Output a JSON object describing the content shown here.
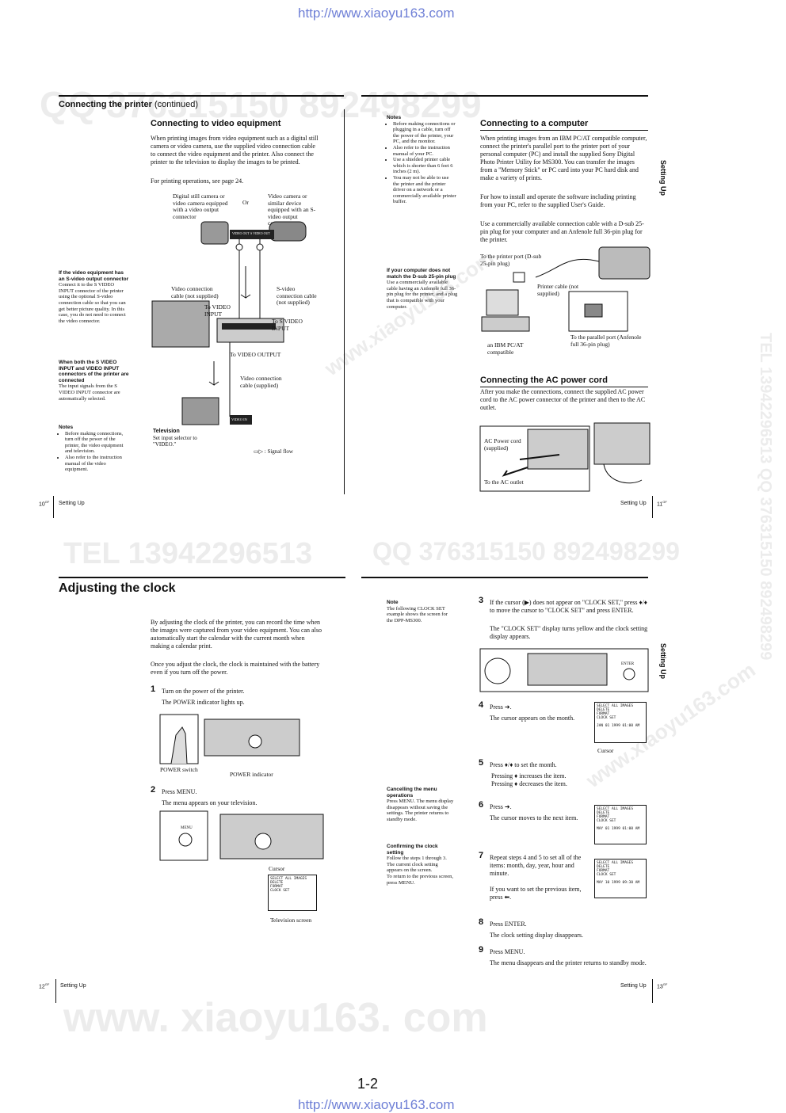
{
  "header_url": "http://www.xiaoyu163.com",
  "footer_url": "http://www.xiaoyu163.com",
  "page_number": "1-2",
  "watermarks": [
    "QQ 376315150  892498299",
    "TEL 13942296513  QQ 376315150  892498299",
    "TEL 13942296513",
    "QQ 376315150  892498299",
    "www. xiaoyu163. com",
    "www.xiaoyu163.com",
    "www.xiaoyu163.com"
  ],
  "p10": {
    "section": "Connecting the printer",
    "section_suffix": "(continued)",
    "heading": "Connecting to video equipment",
    "body1": "When printing images from video equipment such as a digital still camera or video camera, use the supplied video connection cable to connect the video equipment and the printer. Also connect the printer to the television to display the images to be printed.",
    "body2": "For printing operations, see page 24.",
    "diag": {
      "cam_left": "Digital still camera or video camera equipped with a video output connector",
      "or": "Or",
      "cam_right": "Video camera or similar device equipped with an S-video output connector",
      "jack1": "VIDEO OUT",
      "jack2": "S VIDEO OUT",
      "video_cable": "Video connection cable (not supplied)",
      "svideo_cable": "S-video connection cable (not supplied)",
      "to_video_input": "To VIDEO INPUT",
      "to_s_video_input": "To S VIDEO INPUT",
      "to_video_output": "To VIDEO OUTPUT",
      "video_cable_supplied": "Video connection cable (supplied)",
      "video_in": "VIDEO IN",
      "tv_title": "Television",
      "tv_text": "Set input selector to \"VIDEO.\"",
      "signal_flow": ": Signal flow"
    },
    "side1_title": "If the video equipment has an S-video output connector",
    "side1_text": "Connect it to the S VIDEO INPUT connector of the printer using the optional S-video connection cable so that you can get better picture quality. In this case, you do not need to connect the video connector.",
    "side2_title": "When both the S VIDEO INPUT and VIDEO INPUT connectors of the printer are connected",
    "side2_text": "The input signals from the S VIDEO INPUT connector are automatically selected.",
    "notes_title": "Notes",
    "notes": [
      "Before making connections, turn off the power of the printer, the video equipment and television.",
      "Also refer to the instruction manual of the video equipment."
    ],
    "foot_num": "10",
    "foot_sup": "GF",
    "foot_text": "Setting Up"
  },
  "p11": {
    "notes_title": "Notes",
    "notes": [
      "Before making connections or plugging in a cable, turn off the power of the printer, your PC, and the monitor.",
      "Also refer to the instruction manual of your PC.",
      "Use a shielded printer cable which is shorter than 6 feet 6 inches (2 m).",
      "You may not be able to use the printer and the printer driver on a network or a commercially available printer buffer."
    ],
    "side_title": "If your computer does not match the D-sub 25-pin plug",
    "side_text": "Use a commercially available cable having an Anfenole full 36-pin plug for the printer, and a plug that is compatible with your computer.",
    "heading1": "Connecting to a computer",
    "body1": "When printing images from an IBM PC/AT compatible computer, connect the printer's parallel port to the printer port of your personal computer (PC) and install the supplied Sony Digital Photo Printer Utility for MS300. You can transfer the images from a \"Memory Stick\" or PC card into your PC hard disk and make a variety of prints.",
    "body2": "For how to install and operate the software including printing from your PC, refer to the supplied User's Guide.",
    "body3": "Use a commercially available connection cable with a D-sub 25-pin plug for your computer and an Anfenole full 36-pin plug for the printer.",
    "diag": {
      "printer_port": "To the printer port (D-sub 25-pin plug)",
      "printer_cable": "Printer cable (not supplied)",
      "ibm": "an IBM PC/AT compatible",
      "parallel": "To the parallel port (Anfenole full 36-pin plug)"
    },
    "heading2": "Connecting the AC power cord",
    "body4": "After you make the connections, connect the supplied AC power cord to the AC power connector of the printer and then to the AC outlet.",
    "ac_cord": "AC Power cord (supplied)",
    "ac_outlet": "To the AC outlet",
    "tab": "Setting Up",
    "foot_text": "Setting Up",
    "foot_num": "11",
    "foot_sup": "GF"
  },
  "p12": {
    "heading": "Adjusting the clock",
    "body1": "By adjusting the clock of the printer, you can record the time when the images were captured from your video equipment. You can also automatically start the calendar with the current month when making a calendar print.",
    "body2": "Once you adjust the clock, the clock is maintained with the battery even if you turn off the power.",
    "steps": [
      {
        "n": "1",
        "title": "Turn on the power of the printer.",
        "text": "The POWER indicator lights up."
      },
      {
        "n": "2",
        "title": "Press MENU.",
        "text": "The menu appears on your television."
      }
    ],
    "power_switch": "POWER switch",
    "power_indicator": "POWER indicator",
    "menu_btn": "MENU",
    "cursor": "Cursor",
    "menu_items": [
      "SELECT ALL IMAGES",
      "DELETE",
      "FORMAT",
      "CLOCK SET"
    ],
    "tv_screen": "Television screen",
    "foot_num": "12",
    "foot_sup": "GF",
    "foot_text": "Setting Up"
  },
  "p13": {
    "note_title": "Note",
    "note_text": "The following CLOCK SET example shows the screen for the DPP-MS300.",
    "cancel_title": "Cancelling the menu operations",
    "cancel_text": "Press MENU. The menu display disappears without saving the settings. The printer returns to standby mode.",
    "confirm_title": "Confirming the clock setting",
    "confirm_text1": "Follow the steps 1 through 3. The current clock setting appears on the screen.",
    "confirm_text2": "To return to the previous screen, press MENU.",
    "steps": [
      {
        "n": "3",
        "title": "If the cursor (▶) does not appear on \"CLOCK SET,\" press ♦/♦ to move the cursor to \"CLOCK SET\" and press ENTER.",
        "text": "The \"CLOCK SET\" display turns yellow and the clock setting display appears."
      },
      {
        "n": "4",
        "title": "Press ➜.",
        "text": "The cursor appears on the month."
      },
      {
        "n": "5",
        "title": "Press ♦/♦ to set the month.",
        "text": "Pressing ♦ increases the item.\nPressing ♦ decreases the item."
      },
      {
        "n": "6",
        "title": "Press ➜.",
        "text": "The cursor moves to the next item."
      },
      {
        "n": "7",
        "title": "Repeat steps 4 and 5 to set all of the items: month, day, year, hour and minute.",
        "text": "If you want to set the previous item, press ⬅."
      },
      {
        "n": "8",
        "title": "Press ENTER.",
        "text": "The clock setting display disappears."
      },
      {
        "n": "9",
        "title": "Press MENU.",
        "text": "The menu disappears and the printer returns to standby mode."
      }
    ],
    "enter_btn": "ENTER",
    "cursor": "Cursor",
    "menu_items": [
      "SELECT ALL IMAGES",
      "DELETE",
      "FORMAT",
      "CLOCK SET"
    ],
    "dates": [
      "JAN 01 1999 01:00 AM",
      "MAY 01 1999 01:00 AM",
      "MAY 10 1999 09:30 AM"
    ],
    "tab": "Setting Up",
    "foot_text": "Setting Up",
    "foot_num": "13",
    "foot_sup": "GF"
  }
}
